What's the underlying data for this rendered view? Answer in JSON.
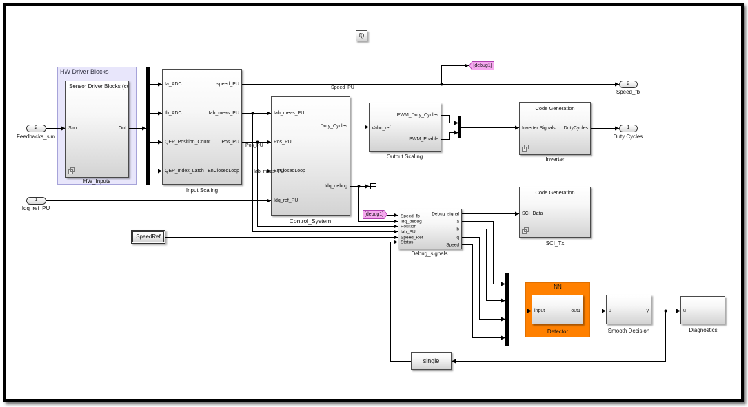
{
  "fcn_label": "f()",
  "inport_feedbacks": {
    "number": "2",
    "label": "Feedbacks_sim"
  },
  "inport_idq_ref": {
    "number": "1",
    "label": "Idq_ref_PU"
  },
  "outport_speed_fb": {
    "number": "2",
    "label": "Speed_fb"
  },
  "outport_duty_cycles": {
    "number": "1",
    "label": "Duty Cycles"
  },
  "hw_area": {
    "title": "HW Driver Blocks",
    "block_text": "Sensor Driver Blocks (cod",
    "in_port": "Sim",
    "out_port": "Out",
    "label": "HW_Inputs"
  },
  "input_scaling": {
    "inputs": [
      "Ia_ADC",
      "Ib_ADC",
      "QEP_Position_Count",
      "QEP_Index_Latch"
    ],
    "outputs": [
      "speed_PU",
      "Iab_meas_PU",
      "Pos_PU",
      "EnClosedLoop"
    ],
    "label": "Input Scaling"
  },
  "control_system": {
    "inputs": [
      "Iab_meas_PU",
      "Pos_PU",
      "EnClosedLoop",
      "Idq_ref_PU"
    ],
    "outputs": [
      "Duty_Cycles",
      "Idq_debug"
    ],
    "label": "Control_System"
  },
  "output_scaling": {
    "inputs": [
      "Vabc_ref"
    ],
    "outputs": [
      "PWM_Duty_Cycles",
      "PWM_Enable"
    ],
    "label": "Output Scaling"
  },
  "inverter": {
    "title": "Code Generation",
    "inputs": [
      "Inverter Signals"
    ],
    "outputs": [
      "DutyCycles"
    ],
    "label": "Inverter"
  },
  "sci_tx": {
    "title": "Code Generation",
    "inputs": [
      "SCI_Data"
    ],
    "label": "SCI_Tx"
  },
  "debug_signals": {
    "inputs": [
      "Speed_fb",
      "Idq_debug",
      "Position",
      "Iab_PU",
      "Speed_Ref",
      "Status"
    ],
    "outputs": [
      "Debug_signal",
      "Ia",
      "Ib",
      "Iq",
      "Speed"
    ],
    "label": "Debug_signals"
  },
  "goto_tag": "[debug1]",
  "from_tag": "[debug1]",
  "speedref_constant": "SpeedRef",
  "nn_area": {
    "title": "NN",
    "inputs": [
      "input"
    ],
    "outputs": [
      "out1"
    ],
    "label": "Detector"
  },
  "smooth_decision": {
    "inputs": [
      "u"
    ],
    "outputs": [
      "y"
    ],
    "label": "Smooth Decision"
  },
  "diagnostics": {
    "inputs": [
      "u"
    ],
    "label": "Diagnostics"
  },
  "single_block": "single",
  "signal_labels": {
    "speed_pu": "Speed_PU",
    "pos_pu": "Pos_PU",
    "iab_meas_pu": "Iab_meas_PU"
  },
  "colors": {
    "hw_area_fill": "#e8e6fb",
    "hw_area_border": "#a6a3d9",
    "nn_area_fill": "#ff8000",
    "tag_fill": "#f6a8ef",
    "tag_border": "#b040b0"
  }
}
